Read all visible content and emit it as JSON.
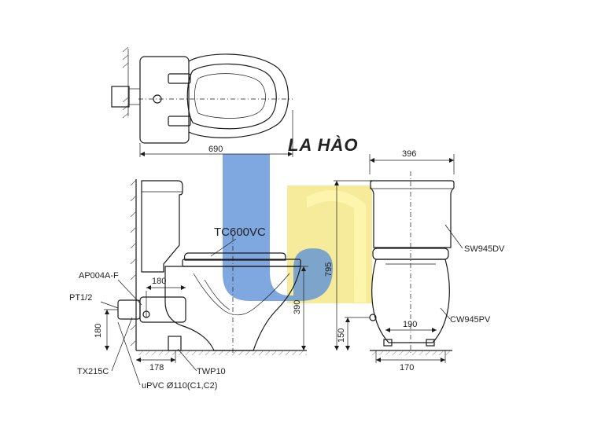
{
  "watermark": {
    "text": "LA HÀO",
    "colors": {
      "blue": "#5b8fd8",
      "yellow": "#f3e37a",
      "text": "#2f6fd0"
    }
  },
  "model": "TC600VC",
  "dimensions": {
    "top_length": "690",
    "tank_width": "396",
    "total_height": "795",
    "outlet_height": "390",
    "inlet_offset": "180",
    "inlet_height": "180",
    "drain_offset": "178",
    "water_height": "150",
    "base_width": "190",
    "foot_width": "170"
  },
  "part_labels": {
    "valve": "AP004A-F",
    "fitting": "PT1/2",
    "hose": "TX215C",
    "bolt": "TWP10",
    "pipe": "uPVC Ø110(C1,C2)",
    "seat": "SW945DV",
    "bowl": "CW945PV"
  }
}
